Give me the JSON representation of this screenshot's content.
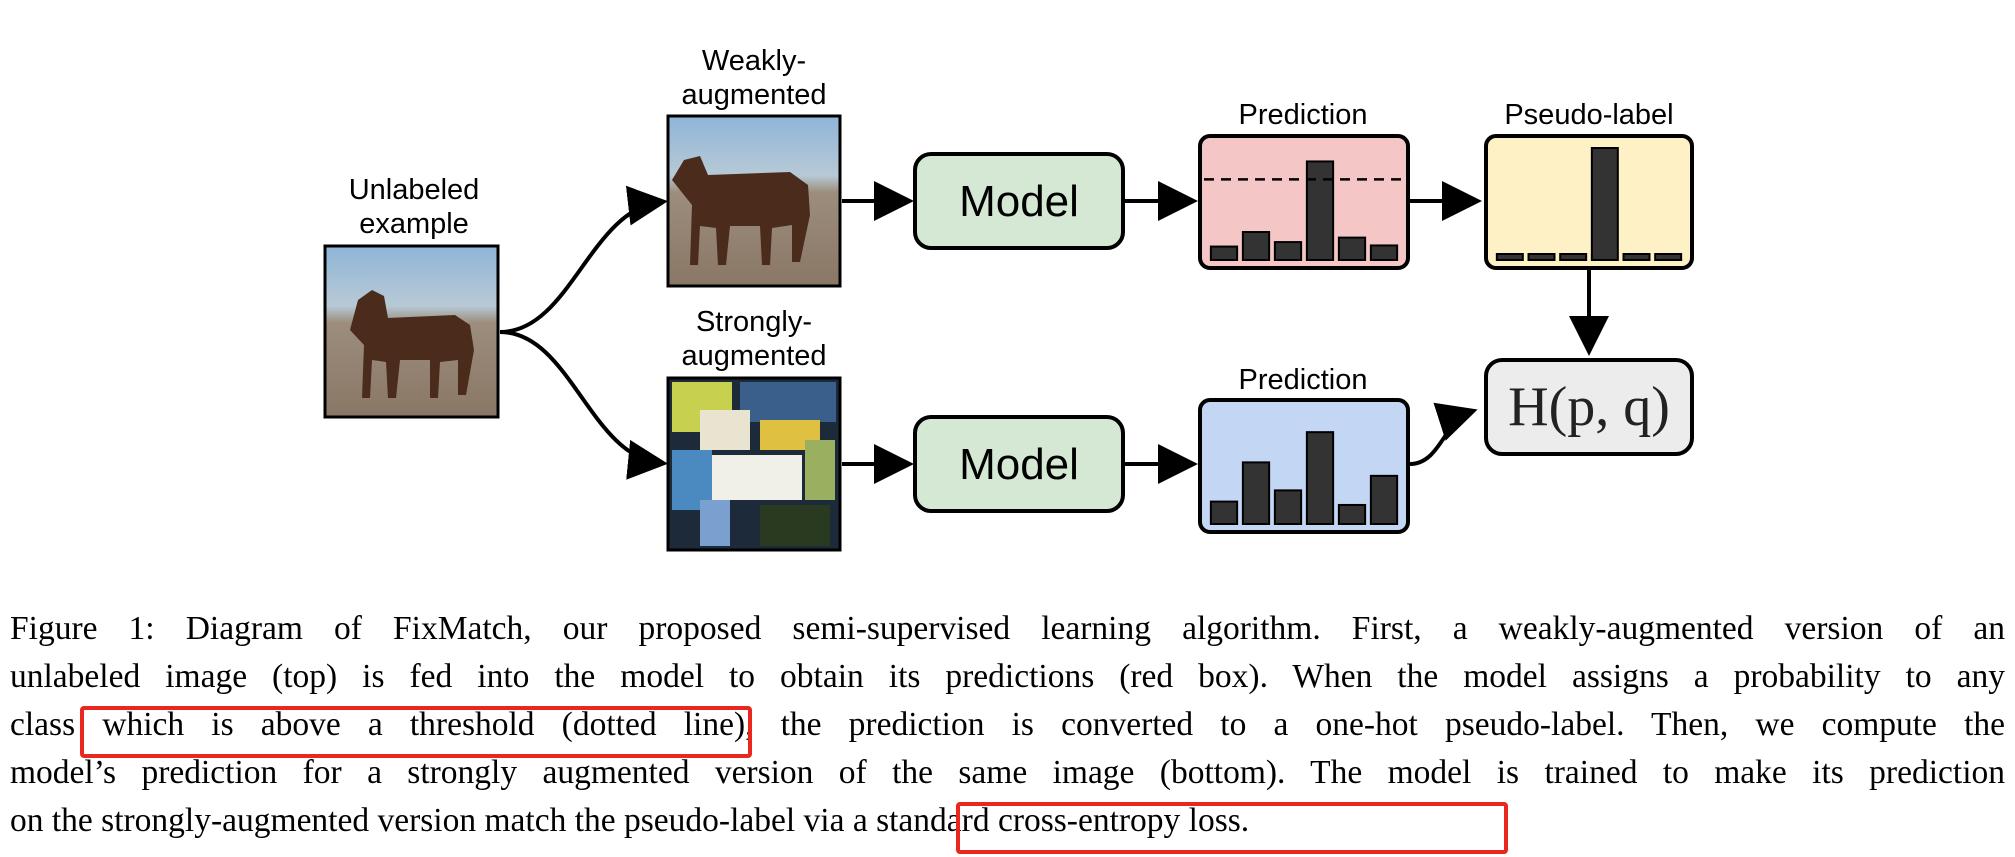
{
  "diagram": {
    "unlabeled_label": [
      "Unlabeled",
      "example"
    ],
    "weak_label": [
      "Weakly-",
      "augmented"
    ],
    "strong_label": [
      "Strongly-",
      "augmented"
    ],
    "model_label": "Model",
    "prediction_label": "Prediction",
    "pseudo_label": "Pseudo-label",
    "loss_text": "H(p, q)",
    "colors": {
      "model_fill": "#d5e8d4",
      "pred_top_fill": "#f4c7c6",
      "pseudo_fill": "#fff1c6",
      "pred_bottom_fill": "#c3d6f3",
      "loss_fill": "#ececec",
      "bar": "#333333",
      "highlight": "#e8281c"
    },
    "images": [
      "horse-original",
      "horse-weakly-augmented",
      "horse-strongly-augmented"
    ]
  },
  "chart_data": [
    {
      "type": "bar",
      "title": "Prediction",
      "values": [
        0.12,
        0.25,
        0.16,
        0.88,
        0.2,
        0.13
      ],
      "threshold": 0.72,
      "ylim": [
        0,
        1
      ]
    },
    {
      "type": "bar",
      "title": "Pseudo-label",
      "values": [
        0,
        0,
        0,
        1,
        0,
        0
      ],
      "ylim": [
        0,
        1
      ]
    },
    {
      "type": "bar",
      "title": "Prediction",
      "values": [
        0.2,
        0.55,
        0.3,
        0.82,
        0.17,
        0.43
      ],
      "ylim": [
        0,
        1
      ]
    }
  ],
  "caption": {
    "lines": [
      "Figure 1: Diagram of FixMatch, our proposed semi-supervised learning algorithm. First, a weakly-augmented version of an",
      "unlabeled image (top) is fed into the model to obtain its predictions (red box). When the model assigns a probability to any",
      "class which is above a threshold (dotted line), the prediction is converted to a one-hot pseudo-label. Then, we compute the",
      "model’s prediction for a strongly augmented version of the same image (bottom). The model is trained to make its prediction",
      "on the strongly-augmented version match the pseudo-label via a standard cross-entropy loss."
    ]
  }
}
